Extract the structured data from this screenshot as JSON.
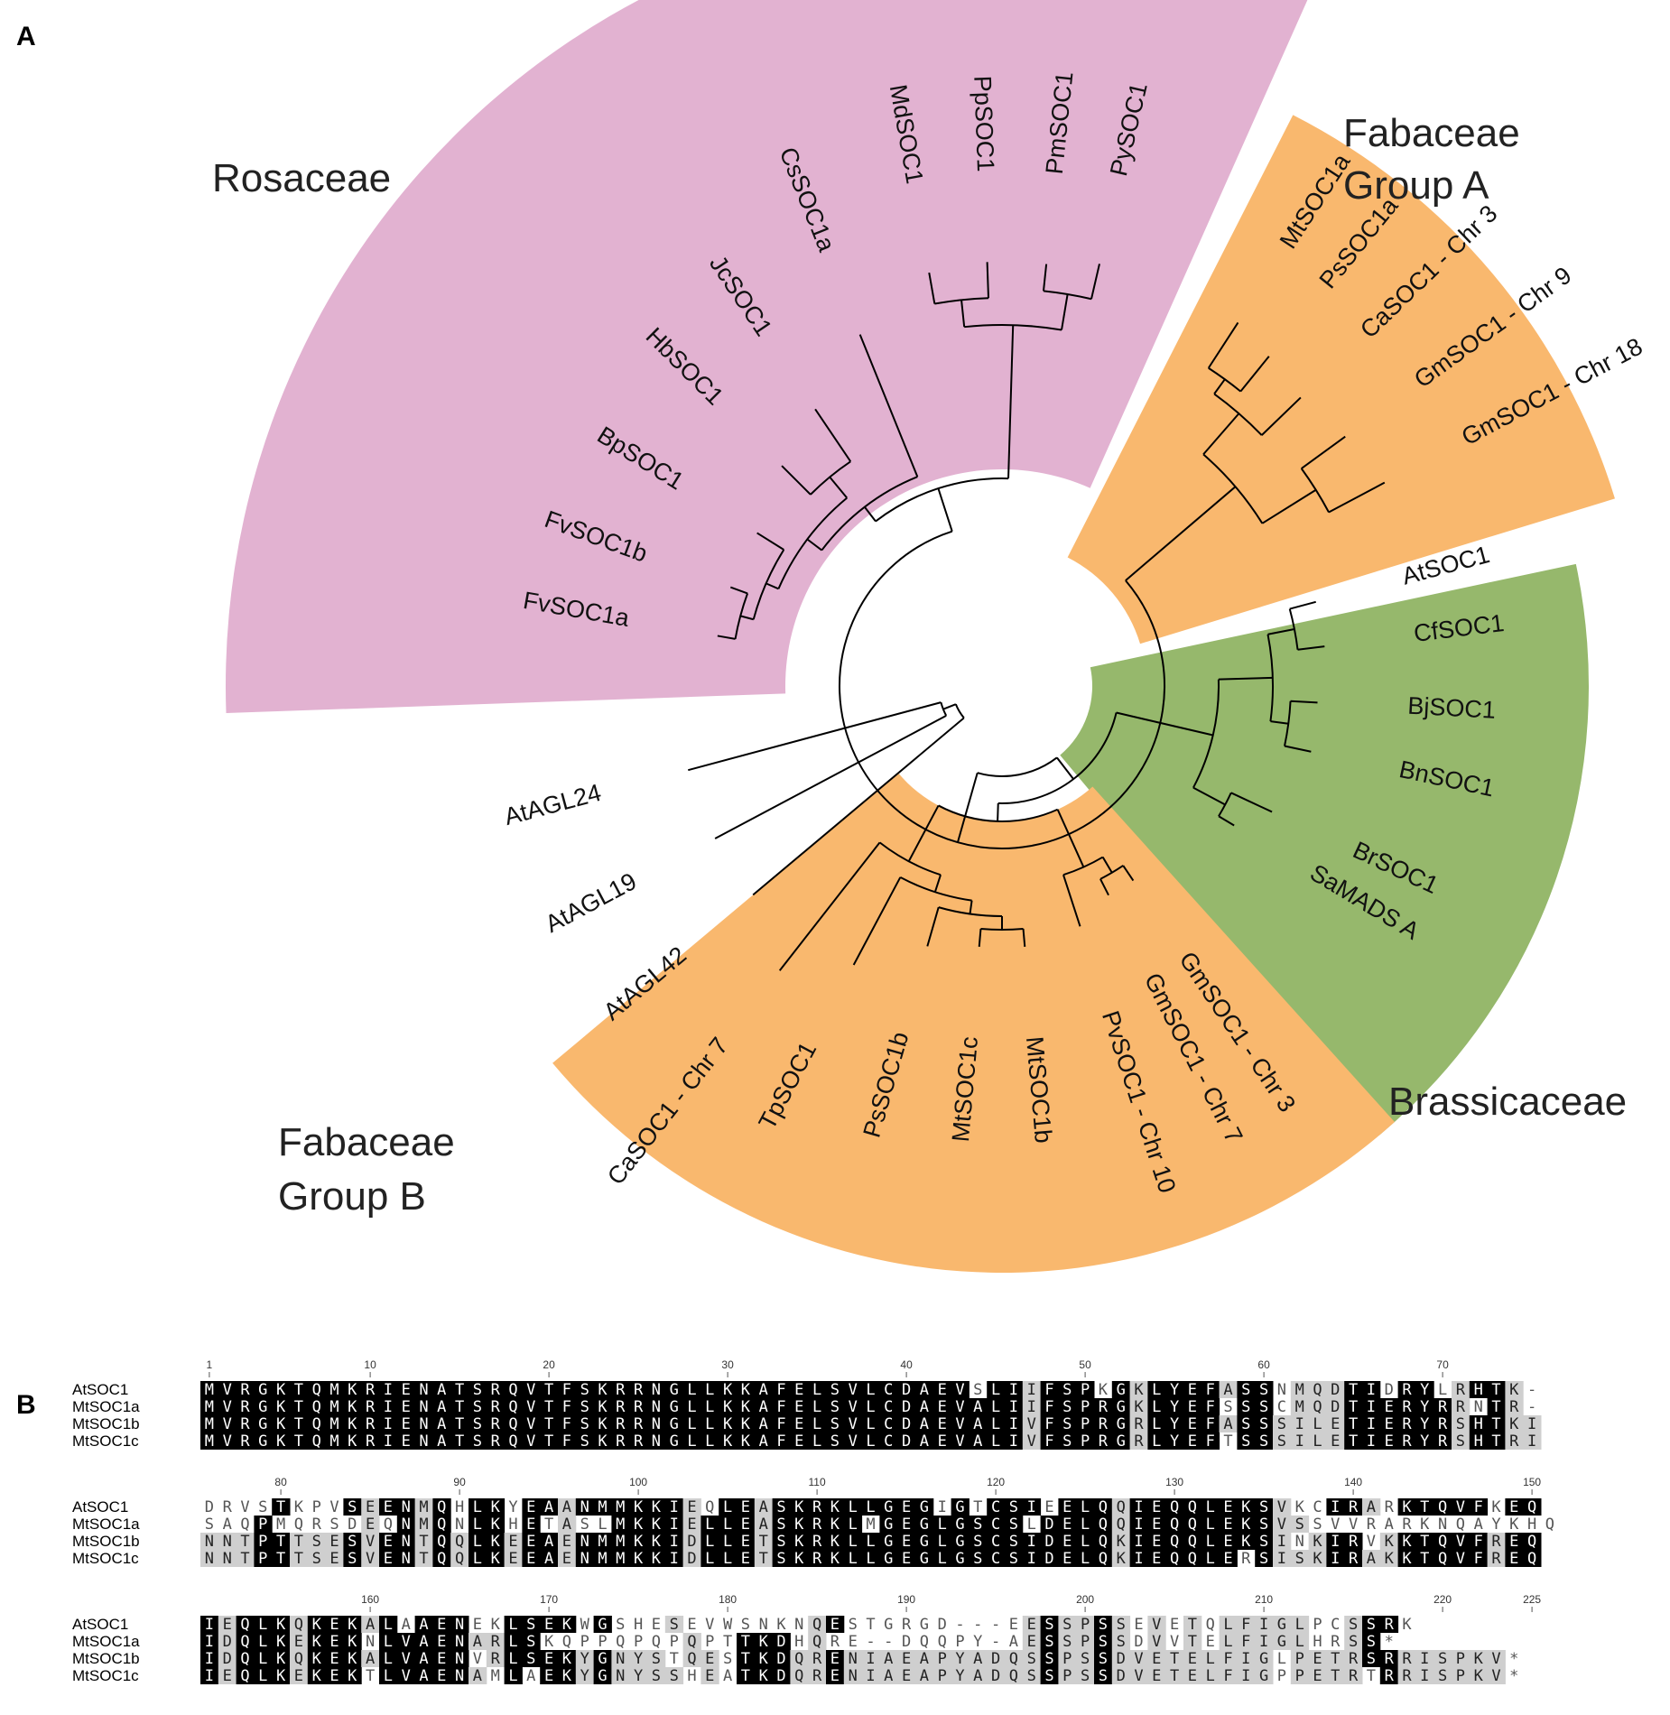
{
  "panels": {
    "a": "A",
    "b": "B"
  },
  "colors": {
    "rosaceae": "#e2b2d1",
    "fabaceae": "#f9b86e",
    "brassicaceae": "#96b86c",
    "branch": "#000000",
    "identical": "#000000",
    "similar": "#cfcfcf"
  },
  "clades": {
    "rosaceae": "Rosaceae",
    "fabaceae_a": [
      "Fabaceae",
      "Group A"
    ],
    "brassicaceae": "Brassicaceae",
    "fabaceae_b": [
      "Fabaceae",
      "Group B"
    ]
  },
  "taxa": {
    "PySOC1": "PySOC1",
    "PmSOC1": "PmSOC1",
    "PpSOC1": "PpSOC1",
    "MdSOC1": "MdSOC1",
    "CsSOC1a": "CsSOC1a",
    "JcSOC1": "JcSOC1",
    "HbSOC1": "HbSOC1",
    "BpSOC1": "BpSOC1",
    "FvSOC1b": "FvSOC1b",
    "FvSOC1a": "FvSOC1a",
    "AtAGL24": "AtAGL24",
    "AtAGL19": "AtAGL19",
    "AtAGL42": "AtAGL42",
    "CaSOC1_7": "CaSOC1 - Chr 7",
    "TpSOC1": "TpSOC1",
    "PsSOC1b": "PsSOC1b",
    "MtSOC1c": "MtSOC1c",
    "MtSOC1b": "MtSOC1b",
    "PvSOC1_10": "PvSOC1 - Chr 10",
    "GmSOC1_7": "GmSOC1 - Chr 7",
    "GmSOC1_3b": "GmSOC1 - Chr 3",
    "SaMADSA": "SaMADS A",
    "BrSOC1": "BrSOC1",
    "BnSOC1": "BnSOC1",
    "BjSOC1": "BjSOC1",
    "CfSOC1": "CfSOC1",
    "AtSOC1": "AtSOC1",
    "GmSOC1_18": "GmSOC1 - Chr 18",
    "GmSOC1_9": "GmSOC1 - Chr 9",
    "CaSOC1_3": "CaSOC1 - Chr 3",
    "PsSOC1a": "PsSOC1a",
    "MtSOC1a": "MtSOC1a"
  },
  "alignment": {
    "names": [
      "AtSOC1",
      "MtSOC1a",
      "MtSOC1b",
      "MtSOC1c"
    ],
    "blocks": [
      {
        "start": 1,
        "ticks": [
          "1",
          "10",
          "20",
          "30",
          "40",
          "50",
          "60",
          "70"
        ],
        "seqs": [
          "MVRGKTQMKRIENATSRQVTFSKRRNGLLKKAFELSVLCDAEVSLIIFSPKGKLYEFASSNMQDTIDRYLRHTK-",
          "MVRGKTQMKRIENATSRQVTFSKRRNGLLKKAFELSVLCDAEVALIIFSPRGKLYEFSSSCMQDTIERYRRNTR-",
          "MVRGKTQMKRIENATSRQVTFSKRRNGLLKKAFELSVLCDAEVALIVFSPRGRLYEFASSSILETIERYRSHTKI",
          "MVRGKTQMKRIENATSRQVTFSKRRNGLLKKAFELSVLCDAEVALIVFSPRGRLYEFTSSSILETIERYRSHTRI"
        ]
      },
      {
        "start": 76,
        "ticks": [
          "80",
          "90",
          "100",
          "110",
          "120",
          "130",
          "140",
          "150"
        ],
        "seqs": [
          "DRVSTKPVSEENMQHLKYEAANMMKKIEQLEASKRKLLGEGIGTCSIEELQQIEQQLEKSVKCIRARKTQVFKEQ",
          "SAQPMQRSDEQNMQNLKHETASLMKKIELLEASKRKLMGEGLGSCSLDELQQIEQQLEKSVSSVVRARKNQAYKHQ",
          "NNTPTTSESVENTQQLKEEAENMMKKIDLLETSKRKLLGEGLGSCSIDELQKIEQQLEKSINKIRVKKTQVFREQ",
          "NNTPTTSESVENTQQLKEEAENMMKKIDLLETSKRKLLGEGLGSCSIDELQKIEQQLERSISKIRAKKTQVFREQ"
        ]
      },
      {
        "start": 151,
        "ticks": [
          "160",
          "170",
          "180",
          "190",
          "200",
          "210",
          "220",
          "225"
        ],
        "seqs": [
          "IEQLKQKEKALAAENEKLSEKWGSHESEVWSNKNQESTGRGD---EESSPSSEVETQLFIGLPCSSRK",
          "IDQLKEKEKNLVAENARLSKQPPQPQPQPTTKDHQRE--DQQPY-AESSPSSDVVTELFIGLHRSS*",
          "IDQLKQKEKALVAENVRLSEKYGNYSTQESTKDQRENIAEAPYADQSSPSSDVETELFIGLPETRSRRISPKV*",
          "IEQLKEKEKTLVAENAMLAEKYGNYSSHEATKDQRENIAEAPYADQSSPSSDVETELFIGPPETRTRRISPKV*"
        ]
      }
    ]
  }
}
